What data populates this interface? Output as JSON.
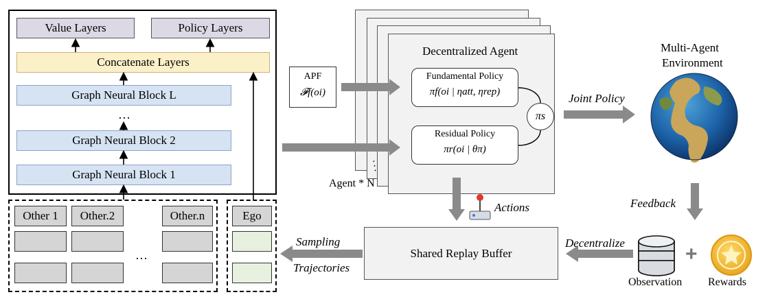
{
  "gnn": {
    "value_layers": "Value Layers",
    "policy_layers": "Policy Layers",
    "concatenate_layers": "Concatenate Layers",
    "block_l": "Graph Neural Block L",
    "ellipsis": "…",
    "block_2": "Graph Neural Block 2",
    "block_1": "Graph Neural Block 1"
  },
  "inputs": {
    "other_1": "Other 1",
    "other_2": "Other.2",
    "other_n": "Other.n",
    "dots": "…",
    "ego": "Ego"
  },
  "apf": {
    "title": "APF",
    "formula": "𝓕f(oi)"
  },
  "agent": {
    "title": "Decentralized Agent",
    "fundamental_title": "Fundamental Policy",
    "fundamental_formula": "πf(oi | ηatt, ηrep)",
    "residual_title": "Residual Policy",
    "residual_formula": "πr(oi | θπ)",
    "switch": "πs",
    "count_label": "Agent * N"
  },
  "env": {
    "title_line1": "Multi-Agent",
    "title_line2": "Environment",
    "joint_policy": "Joint Policy",
    "feedback": "Feedback",
    "decentralize": "Decentralize",
    "observation": "Observation",
    "rewards": "Rewards",
    "plus": "+"
  },
  "buffer": {
    "title": "Shared Replay Buffer",
    "actions": "Actions",
    "sampling": "Sampling",
    "trajectories": "Trajectories"
  },
  "colors": {
    "arrow_gray": "#8a8a8a",
    "value_policy_fill": "#dcd8e4",
    "concat_fill": "#fcf0c9",
    "block_fill": "#d6e3f3",
    "other_fill": "#d5d5d5",
    "ego_fill": "#e8f1df",
    "reward_gold": "#f2b630"
  }
}
